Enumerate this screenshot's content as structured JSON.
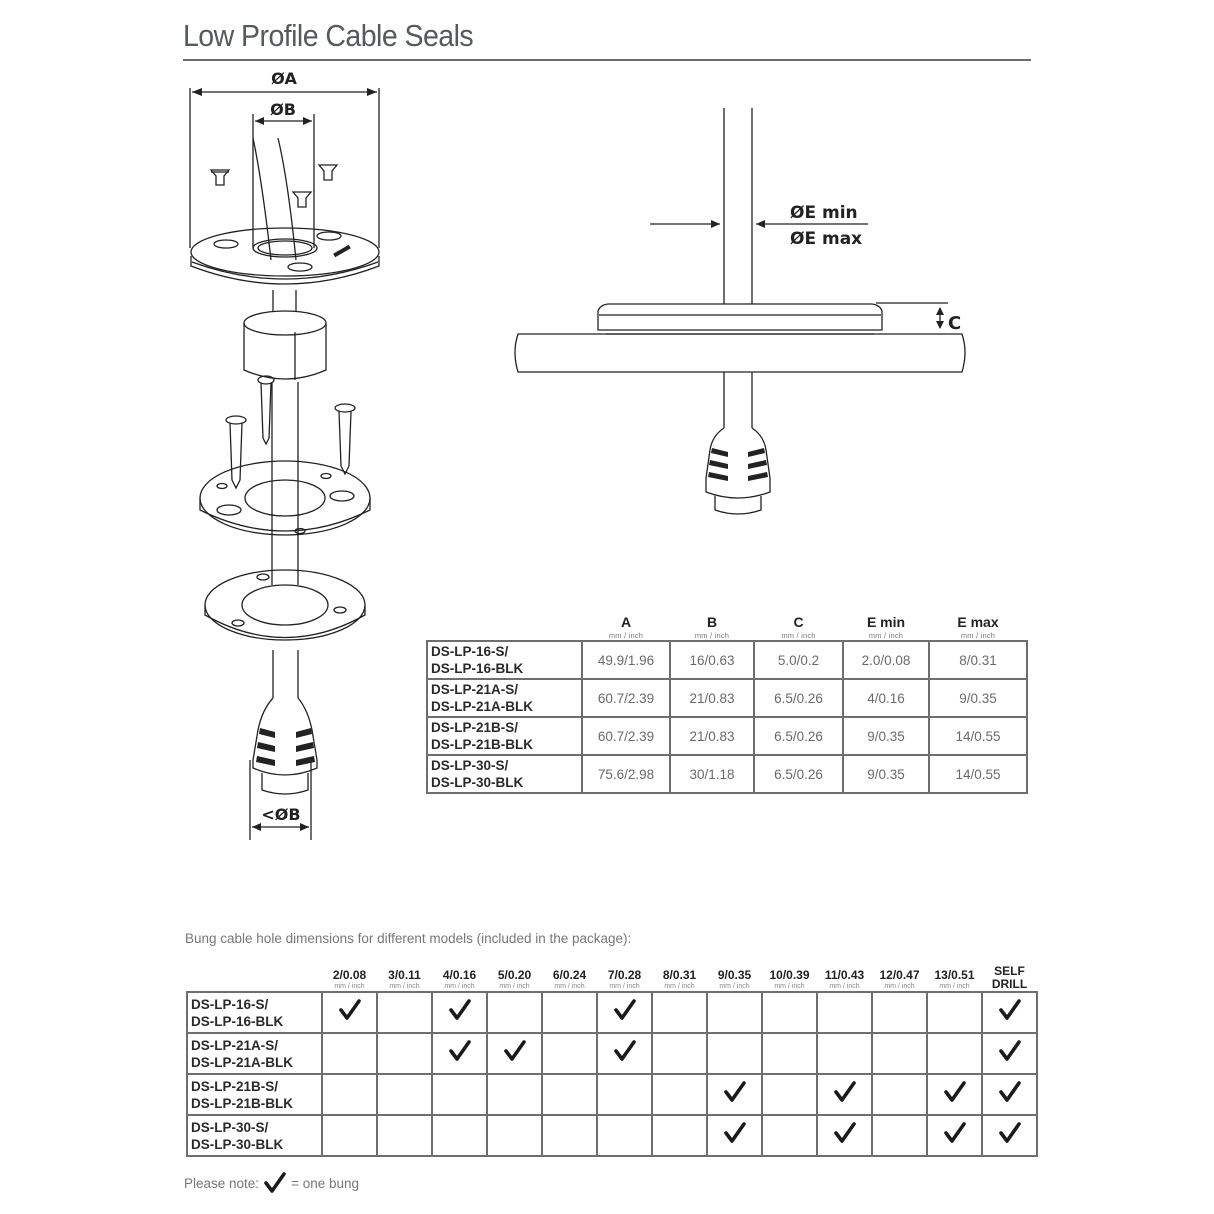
{
  "page": {
    "title": "Low Profile Cable Seals"
  },
  "diagram_exploded": {
    "label_a": "ØA",
    "label_b": "ØB",
    "label_b_lt": "<ØB"
  },
  "diagram_section": {
    "label_e_min": "ØE min",
    "label_e_max": "ØE max",
    "label_c": "C"
  },
  "spec_table": {
    "columns": [
      {
        "name": "A",
        "unit": "mm / inch"
      },
      {
        "name": "B",
        "unit": "mm / inch"
      },
      {
        "name": "C",
        "unit": "mm / inch"
      },
      {
        "name": "E min",
        "unit": "mm / inch"
      },
      {
        "name": "E max",
        "unit": "mm / inch"
      }
    ],
    "rows": [
      {
        "model_1": "DS-LP-16-S/",
        "model_2": "DS-LP-16-BLK",
        "values": [
          "49.9/1.96",
          "16/0.63",
          "5.0/0.2",
          "2.0/0.08",
          "8/0.31"
        ]
      },
      {
        "model_1": "DS-LP-21A-S/",
        "model_2": "DS-LP-21A-BLK",
        "values": [
          "60.7/2.39",
          "21/0.83",
          "6.5/0.26",
          "4/0.16",
          "9/0.35"
        ]
      },
      {
        "model_1": "DS-LP-21B-S/",
        "model_2": "DS-LP-21B-BLK",
        "values": [
          "60.7/2.39",
          "21/0.83",
          "6.5/0.26",
          "9/0.35",
          "14/0.55"
        ]
      },
      {
        "model_1": "DS-LP-30-S/",
        "model_2": "DS-LP-30-BLK",
        "values": [
          "75.6/2.98",
          "30/1.18",
          "6.5/0.26",
          "9/0.35",
          "14/0.55"
        ]
      }
    ]
  },
  "bung_section": {
    "caption": "Bung cable hole dimensions for different models (included in the package):",
    "columns": [
      {
        "size": "2/0.08",
        "unit": "mm / inch"
      },
      {
        "size": "3/0.11",
        "unit": "mm / inch"
      },
      {
        "size": "4/0.16",
        "unit": "mm / inch"
      },
      {
        "size": "5/0.20",
        "unit": "mm / inch"
      },
      {
        "size": "6/0.24",
        "unit": "mm / inch"
      },
      {
        "size": "7/0.28",
        "unit": "mm / inch"
      },
      {
        "size": "8/0.31",
        "unit": "mm / inch"
      },
      {
        "size": "9/0.35",
        "unit": "mm / inch"
      },
      {
        "size": "10/0.39",
        "unit": "mm / inch"
      },
      {
        "size": "11/0.43",
        "unit": "mm / inch"
      },
      {
        "size": "12/0.47",
        "unit": "mm / inch"
      },
      {
        "size": "13/0.51",
        "unit": "mm / inch"
      },
      {
        "size": "SELF",
        "unit": "DRILL"
      }
    ],
    "rows": [
      {
        "model_1": "DS-LP-16-S/",
        "model_2": "DS-LP-16-BLK",
        "checks": [
          true,
          false,
          true,
          false,
          false,
          true,
          false,
          false,
          false,
          false,
          false,
          false,
          true
        ]
      },
      {
        "model_1": "DS-LP-21A-S/",
        "model_2": "DS-LP-21A-BLK",
        "checks": [
          false,
          false,
          true,
          true,
          false,
          true,
          false,
          false,
          false,
          false,
          false,
          false,
          true
        ]
      },
      {
        "model_1": "DS-LP-21B-S/",
        "model_2": "DS-LP-21B-BLK",
        "checks": [
          false,
          false,
          false,
          false,
          false,
          false,
          false,
          true,
          false,
          true,
          false,
          true,
          true
        ]
      },
      {
        "model_1": "DS-LP-30-S/",
        "model_2": "DS-LP-30-BLK",
        "checks": [
          false,
          false,
          false,
          false,
          false,
          false,
          false,
          true,
          false,
          true,
          false,
          true,
          true
        ]
      }
    ],
    "note_prefix": "Please note:",
    "note_suffix": "= one bung",
    "check_icon": "checkmark-icon"
  },
  "colors": {
    "title": "#555a5c",
    "rule": "#6b6b6b",
    "border": "#6e6e6e",
    "value_text": "#6a6a6a",
    "caption_text": "#777777",
    "check": "#1a1a1a"
  }
}
